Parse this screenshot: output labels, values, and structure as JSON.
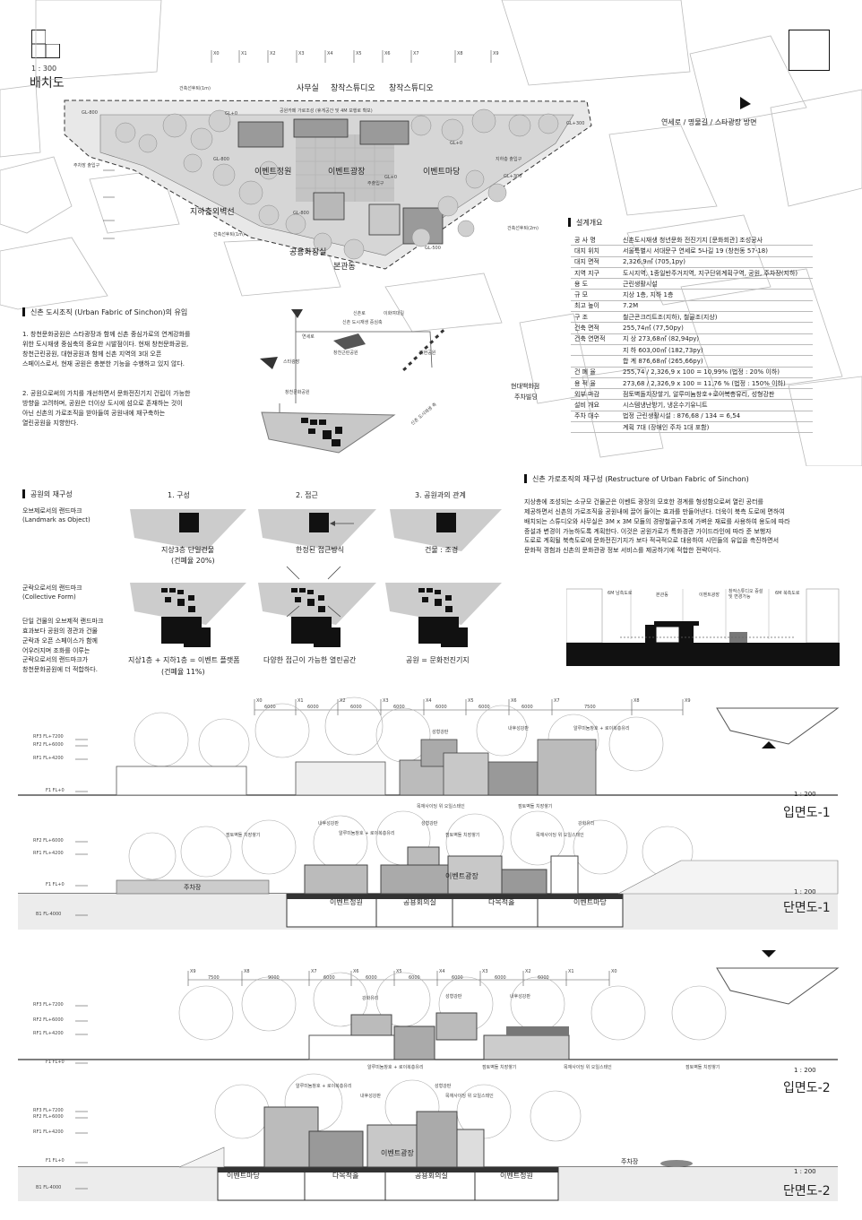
{
  "header": {
    "scale_site": "1 : 300",
    "site_plan_title": "배치도",
    "orientation": "연세로 / 명물길 / 스타광장 방면",
    "grid_top": [
      "X0",
      "X1",
      "X2",
      "X3",
      "X4",
      "X5",
      "X6",
      "X7",
      "X8",
      "X9"
    ]
  },
  "site_plan": {
    "labels": {
      "sasu": "사무실",
      "studio1": "창작스튜디오",
      "studio2": "창작스튜디오",
      "setback1": "건축선후퇴(1m)",
      "setback2": "건축선후퇴(1m)",
      "setback3": "건축선후퇴(2m)",
      "street_note": "공원카페 가로조성 (휴게공간 및 4M 보행로 확보)",
      "parking": "주차장 출입구",
      "b1_entry": "지하층 출입구",
      "event_garden": "이벤트정원",
      "event_plaza": "이벤트광장",
      "event_yard": "이벤트마당",
      "main_entry": "주출입구",
      "b1_connect": "지하층외벽선",
      "public_restroom": "공용화장실",
      "main_bldg": "본관동",
      "gl_a": "GL-800",
      "gl_b": "GL+0",
      "gl_c": "GL+300",
      "gl_d": "GL+0",
      "gl_e": "GL-500",
      "gl_f": "GL-800",
      "gl_g": "GL+0",
      "gl_h": "GL+300",
      "gl_i": "GL-800"
    }
  },
  "spec": {
    "title": "설계개요",
    "rows": [
      {
        "k": "공 사 명",
        "v": "신촌도시재생  청년문화 전진기지 [문화회관] 조성공사"
      },
      {
        "k": "대지 위치",
        "v": "서울특별시 서대문구 연세로 5나길 19 (창천동 57-18)"
      },
      {
        "k": "대지 면적",
        "v": "2,326,9㎡ (705,1py)"
      },
      {
        "k": "지역 지구",
        "v": "도시지역, 1종일반주거지역, 지구단위계획구역, 공원, 주차장(지하)"
      },
      {
        "k": "용 도",
        "v": "근린생활시설"
      },
      {
        "k": "규 모",
        "v": "지상 1층, 지하 1층"
      },
      {
        "k": "최고 높이",
        "v": "7.2M"
      },
      {
        "k": "구 조",
        "v": "철근콘크리트조(지하), 철골조(지상)"
      },
      {
        "k": "건축 면적",
        "v": "255,74㎡ (77,50py)"
      },
      {
        "k": "건축 연면적",
        "v": "지 상     273,68㎡ (82,94py)"
      },
      {
        "k": "",
        "v": "지 하     603,00㎡ (182,73py)"
      },
      {
        "k": "",
        "v": "합 계     876,68㎡ (265,66py)"
      },
      {
        "k": "건 폐 율",
        "v": "255,74 / 2,326,9 x 100 = 10,99% (법정 : 20% 이하)"
      },
      {
        "k": "용 적 율",
        "v": "273,68 / 2,326,9 x 100 = 11,76 % (법정 : 150% 이하)"
      },
      {
        "k": "외부 마감",
        "v": "점토벽돌치장쌓기, 알루미늄창호+로이복층유리, 성형강판"
      },
      {
        "k": "설비 개요",
        "v": "시스템냉난방기, 냉온수기유니트"
      },
      {
        "k": "주차 대수",
        "v": "법정     근린생활시설 : 876,68 / 134 = 6,54"
      },
      {
        "k": "",
        "v": "계획     7대 (장애인 주차 1대 포함)"
      }
    ]
  },
  "urban_fabric": {
    "title": "신촌 도시조직 (Urban Fabric of Sinchon)의 유입",
    "p1": [
      "1. 창천문화공원은 스타광장과 함께 신촌 중심가로의 연계강화를",
      "위한 도시재생 중심축의 중요한 시발점이다. 현재 창천문화공원,",
      "창천근린공원, 대현공원과 함께 신촌 지역의 3대 오픈",
      "스페이스로서, 현재 공원은 충분한 기능을 수행하고 있지 않다."
    ],
    "p2": [
      "2. 공원으로써의 가치를 개선하면서 문화전진기지 건립이 가능한",
      "방향을 고려하며, 공원은 더이상 도시에 섬으로 존재하는 것이",
      "아닌 신촌의 가로조직을 받아들여 공원내에 재구축하는",
      "열린공원을 지향한다."
    ],
    "map": {
      "a": "신촌로",
      "b": "이화여대길",
      "c": "신촌 도시재생 중심축",
      "d": "연세로",
      "e": "창천근린공원",
      "f": "대현공원",
      "g": "스타광장",
      "h": "창천문화공원",
      "i": "신촌 도시재생 축",
      "j": "현대백화점",
      "k": "주차빌딩"
    }
  },
  "park": {
    "title": "공원의 재구성",
    "col1": "1. 구성",
    "col2": "2. 접근",
    "col3": "3. 공원과의 관계",
    "row1_t": "오브제로서의 랜드마크",
    "row1_s": "(Landmark as Object)",
    "row2_t": "군락으로서의 랜드마크",
    "row2_s": "(Collective Form)",
    "c1r1": "지상3층 단일건물",
    "c1r1b": "(건폐율 20%)",
    "c2r1": "한정된 접근방식",
    "c3r1": "건물 : 조경",
    "c1r2": "지상1층 + 지하1층 = 이벤트 플랫폼",
    "c1r2b": "(건폐율 11%)",
    "c2r2": "다양한 접근이 가능한 열린공간",
    "c3r2": "공원 = 문화전진기지",
    "desc": [
      "단일 건물의 오브제적 랜드마크",
      "효과보다 공원의 경관과 건물",
      "군락과 오픈 스페이스가 함께",
      "어우러지며 조화를 이루는",
      "군락으로서의 랜드마크가",
      "창천문화공원에 더 적합하다."
    ]
  },
  "restructure": {
    "title": "신촌 가로조직의 재구성 (Restructure of Urban Fabric of Sinchon)",
    "body": [
      "지상층에 조성되는 소규모 건물군은 이벤트 광장의 모호한 경계를 형성함으로써 열린 공터를",
      "제공하면서 신촌의 가로조직을 공원내에 끌어 들이는 효과를 만들어낸다. 더욱이 북측 도로에 면하여",
      "배치되는 스튜디오와 사무실은 3M x 3M 모듈의 경량철골구조에 가벼운 재료를 사용하여 용도에 따라",
      "증설과 변경이 가능하도록 계획한다. 이것은 공원가로가 특화경관 가이드라인에 따라 준 보행자",
      "도로로 계획될 북측도로에 문화전진기지가 보다 적극적으로 대응하여 시민들의 유입을 촉진하면서",
      "문화적 경험과 신촌의 문화관광 정보 서비스를 제공하기에 적합한 전략이다."
    ],
    "sec": {
      "a": "6M 남측도로",
      "b": "본관동",
      "c": "이벤트광장",
      "d": "창작스튜디오 증설 및 변경가능",
      "e": "6M 북측도로"
    }
  },
  "levels": {
    "rf3": "RF3 FL+7200",
    "rf2": "RF2 FL+6000",
    "rf1": "RF1 FL+4200",
    "f1": "F1 FL+0",
    "b1": "B1 FL-4000"
  },
  "elev1": {
    "title": "입면도-1",
    "scale": "1 : 200",
    "grid": [
      "X0",
      "X1",
      "X2",
      "X3",
      "X4",
      "X5",
      "X6",
      "X7",
      "X8",
      "X9"
    ],
    "dims": [
      "6000",
      "6000",
      "6000",
      "6000",
      "6000",
      "6000",
      "6000",
      "7500"
    ],
    "notes": {
      "a": "성형강판",
      "b": "내후성강판",
      "c": "알루미늄창호 + 로이복층유리",
      "d": "목재사이딩 위 오일스테인",
      "e": "점토벽돌 치장쌓기"
    }
  },
  "sect1": {
    "title": "단면도-1",
    "scale": "1 : 200",
    "notes": {
      "a": "내후성강판",
      "b": "알루미늄창호 + 로이복층유리",
      "c": "성형강판",
      "d": "점토벽돌 치장쌓기",
      "e": "점토벽돌 치장쌓기",
      "f": "목재사이딩 위 오일스테인",
      "g": "강화유리"
    },
    "rooms": {
      "parking": "주차장",
      "garden": "이벤트정원",
      "meeting": "공용회의실",
      "multi": "다목적홀",
      "yard": "이벤트마당",
      "plaza": "이벤트광장"
    }
  },
  "elev2": {
    "title": "입면도-2",
    "scale": "1 : 200",
    "grid": [
      "X9",
      "X8",
      "X7",
      "X6",
      "X5",
      "X4",
      "X3",
      "X2",
      "X1",
      "X0"
    ],
    "dims": [
      "7500",
      "9000",
      "6000",
      "6000",
      "6000",
      "6000",
      "6000",
      "6000"
    ],
    "notes": {
      "a": "강화유리",
      "b": "성형강판",
      "c": "내후성강판",
      "d": "알루미늄창호 + 로이복층유리",
      "e": "점토벽돌 치장쌓기",
      "f": "목재사이딩 위 오일스테인",
      "g": "점토벽돌 치장쌓기"
    }
  },
  "sect2": {
    "title": "단면도-2",
    "scale": "1 : 200",
    "notes": {
      "a": "알루미늄창호 + 로이복층유리",
      "b": "성형강판",
      "c": "내후성강판",
      "d": "목재사이딩 위 오일스테인"
    },
    "rooms": {
      "yard": "이벤트마당",
      "multi": "다목적홀",
      "meeting": "공용회의실",
      "garden": "이벤트정원",
      "plaza": "이벤트광장",
      "parking": "주차장"
    }
  }
}
